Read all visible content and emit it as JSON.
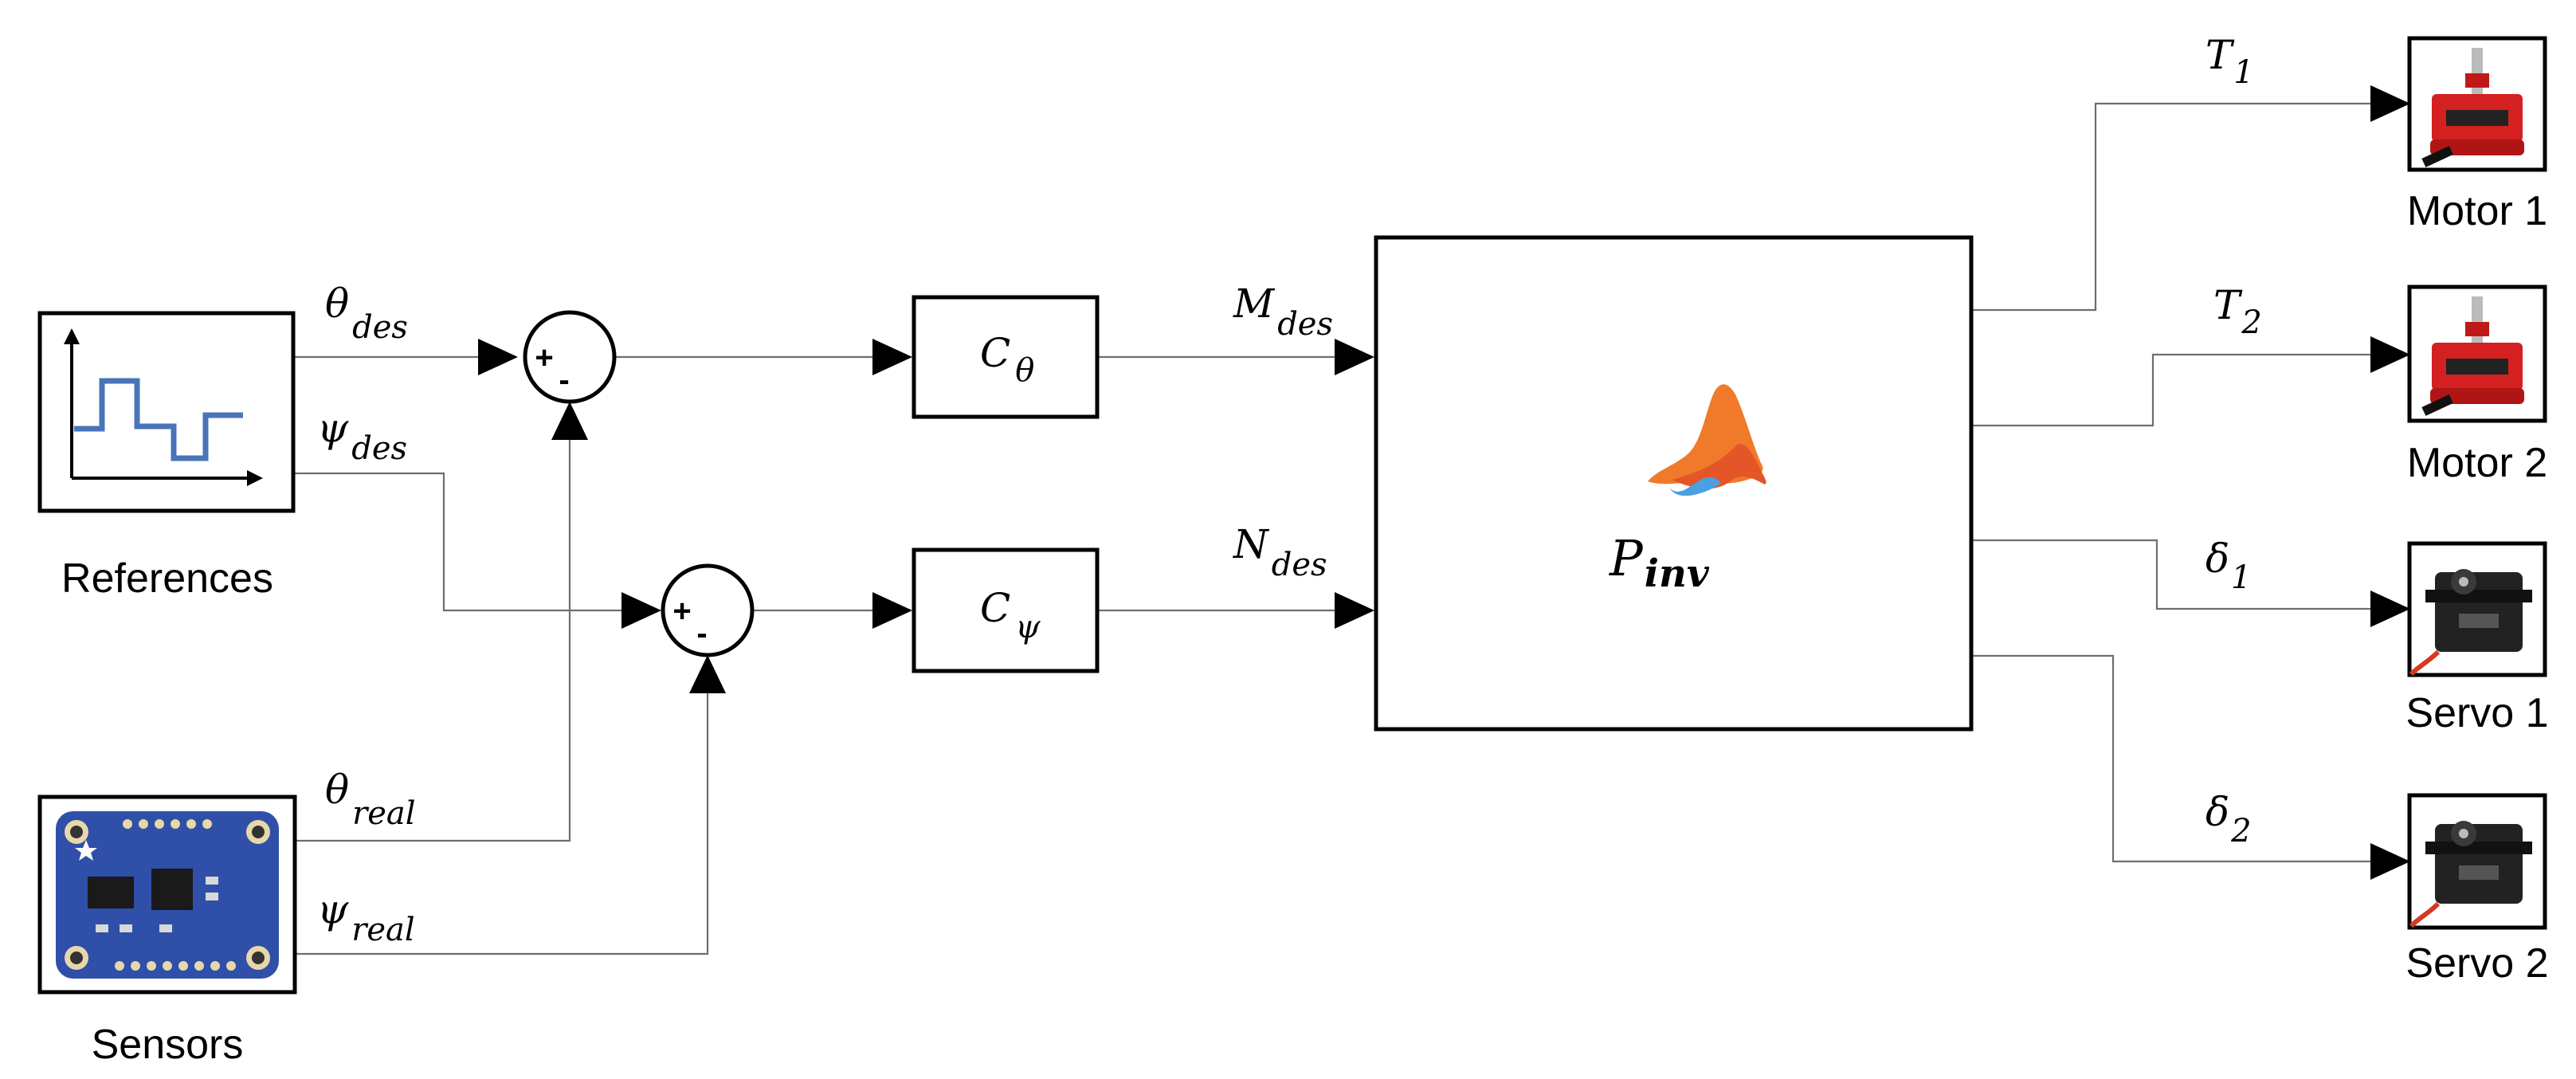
{
  "blocks": {
    "references": {
      "caption": "References"
    },
    "sensors": {
      "caption": "Sensors"
    },
    "sum_theta": {
      "plus": "+",
      "minus": "-"
    },
    "sum_psi": {
      "plus": "+",
      "minus": "-"
    },
    "c_theta": {
      "main": "C",
      "sub": "θ"
    },
    "c_psi": {
      "main": "C",
      "sub": "ψ"
    },
    "p_inv": {
      "main": "P",
      "sub": "inv"
    },
    "motor1": {
      "caption": "Motor 1"
    },
    "motor2": {
      "caption": "Motor 2"
    },
    "servo1": {
      "caption": "Servo 1"
    },
    "servo2": {
      "caption": "Servo 2"
    }
  },
  "signals": {
    "theta_des": {
      "main": "θ",
      "sub": "des"
    },
    "psi_des": {
      "main": "ψ",
      "sub": "des"
    },
    "theta_real": {
      "main": "θ",
      "sub": "real"
    },
    "psi_real": {
      "main": "ψ",
      "sub": "real"
    },
    "m_des": {
      "main": "M",
      "sub": "des"
    },
    "n_des": {
      "main": "N",
      "sub": "des"
    },
    "t1": {
      "main": "T",
      "sub": "1"
    },
    "t2": {
      "main": "T",
      "sub": "2"
    },
    "delta1": {
      "main": "δ",
      "sub": "1"
    },
    "delta2": {
      "main": "δ",
      "sub": "2"
    }
  },
  "colors": {
    "reference_plot": "#4a74b8",
    "sensor_board": "#2f4fa8",
    "motor_red": "#d42020",
    "servo_body": "#222222",
    "surface_orange": "#f07a2a"
  },
  "icons": [
    "step-signal-plot-icon",
    "imu-sensor-board-icon",
    "surface-logo-icon",
    "brushless-motor-icon",
    "servo-icon"
  ]
}
